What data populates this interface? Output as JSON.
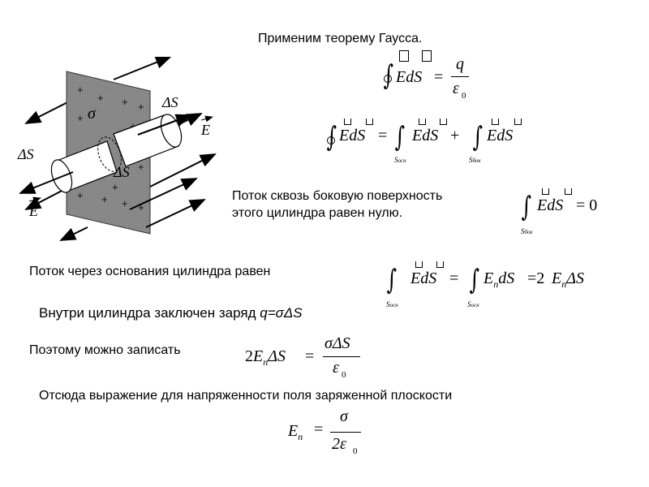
{
  "figure": {
    "sigma": "σ",
    "ds_top": "ΔS",
    "ds_left": "ΔS",
    "ds_center": "ΔS",
    "e_right": "E",
    "e_left": "E",
    "plus": "+"
  },
  "heading": "Применим теорему Гаусса.",
  "gauss": {
    "lhs": "EdS",
    "eq": "=",
    "num": "q",
    "den": "ε",
    "den_sub": "0"
  },
  "split": {
    "lhs": "EdS",
    "eq": "=",
    "term1": "EdS",
    "plus": "+",
    "term2": "EdS",
    "sub1": "S",
    "sub1_idx": "осн",
    "sub2": "S",
    "sub2_idx": "бок"
  },
  "side_flux": {
    "line1": "Поток сквозь боковую поверхность",
    "line2": "этого цилиндра равен нулю.",
    "expr": "EdS",
    "eq": "= 0",
    "sub": "S",
    "sub_idx": "бок"
  },
  "base_flux": {
    "text": "Поток через основания цилиндра равен",
    "expr1": "EdS",
    "eq1": "=",
    "expr2": "E",
    "expr2_sub": "n",
    "expr2_tail": "dS",
    "eq2": "=2",
    "expr3": "E",
    "expr3_sub": "n",
    "expr3_tail": "ΔS",
    "sub": "S",
    "sub_idx": "осн"
  },
  "charge": {
    "text": "Внутри цилиндра заключен заряд ",
    "formula": "q=σΔS"
  },
  "write": {
    "text": "Поэтому можно записать",
    "lhs_coef": "2",
    "lhs_e": "E",
    "lhs_sub": "n",
    "lhs_tail": "ΔS",
    "eq": "=",
    "num": "σΔS",
    "den": "ε",
    "den_sub": "0"
  },
  "result": {
    "text": "Отсюда выражение для напряженности поля заряженной плоскости",
    "lhs": "E",
    "lhs_sub": "n",
    "eq": "=",
    "num": "σ",
    "den": "2ε",
    "den_sub": "0"
  }
}
